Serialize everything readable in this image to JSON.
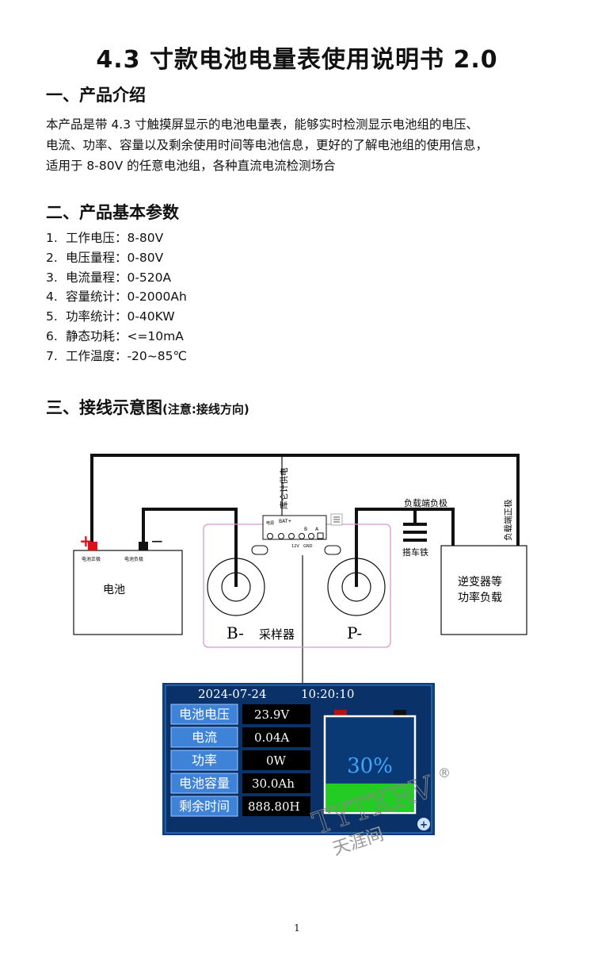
{
  "title": "4.3 寸款电池电量表使用说明书  2.0",
  "section1": {
    "heading": "一、产品介绍",
    "lines": [
      "本产品是带 4.3 寸触摸屏显示的电池电量表，能够实时检测显示电池组的电压、",
      "电流、功率、容量以及剩余使用时间等电池信息，更好的了解电池组的使用信息，",
      "适用于 8-80V 的任意电池组，各种直流电流检测场合"
    ]
  },
  "section2": {
    "heading": "二、产品基本参数",
    "specs": [
      {
        "num": "1.",
        "label": "工作电压：",
        "value": "8-80V"
      },
      {
        "num": "2.",
        "label": "电压量程：",
        "value": "0-80V"
      },
      {
        "num": "3.",
        "label": "电流量程：",
        "value": "0-520A"
      },
      {
        "num": "4.",
        "label": "容量统计：",
        "value": "0-2000Ah"
      },
      {
        "num": "5.",
        "label": "功率统计：",
        "value": "0-40KW"
      },
      {
        "num": "6.",
        "label": "静态功耗：",
        "value": "<=10mA"
      },
      {
        "num": "7.",
        "label": "工作温度：",
        "value": "-20~85℃"
      }
    ]
  },
  "section3": {
    "heading": "三、接线示意图",
    "note": "(注意:接线方向)"
  },
  "diagram": {
    "battery_label": "电池",
    "battery_pos_terminal": "电池正极",
    "battery_neg_terminal": "电池负极",
    "plus_sign": "+",
    "minus_sign": "−",
    "power_label": "库仑计供电",
    "bat_label": "BAT+",
    "b_label": "B",
    "a_label": "A",
    "pin_label_1": "12V",
    "pin_label_2": "GND",
    "supply_label": "电源",
    "sampler_label": "采样器",
    "b_minus": "B-",
    "p_minus": "P-",
    "load_neg_label": "负载端负极",
    "load_pos_label": "负载端正极",
    "chassis_label": "搭车铁",
    "load_line1": "逆变器等",
    "load_line2": "功率负载"
  },
  "screen": {
    "date": "2024-07-24",
    "time": "10:20:10",
    "rows": [
      {
        "label": "电池电压",
        "value": "23.9V"
      },
      {
        "label": "电流",
        "value": "0.04A"
      },
      {
        "label": "功率",
        "value": "0W"
      },
      {
        "label": "电池容量",
        "value": "30.0Ah"
      },
      {
        "label": "剩余时间",
        "value": "888.80H"
      }
    ],
    "battery_percent_text": "30%",
    "battery_fill_fraction": 0.3,
    "accent": "#0e4f94",
    "fill_color": "#22cc22"
  },
  "watermark": {
    "brand": "TYTXRV",
    "registered": "®",
    "cn": "天涯间"
  },
  "page_number": "1"
}
